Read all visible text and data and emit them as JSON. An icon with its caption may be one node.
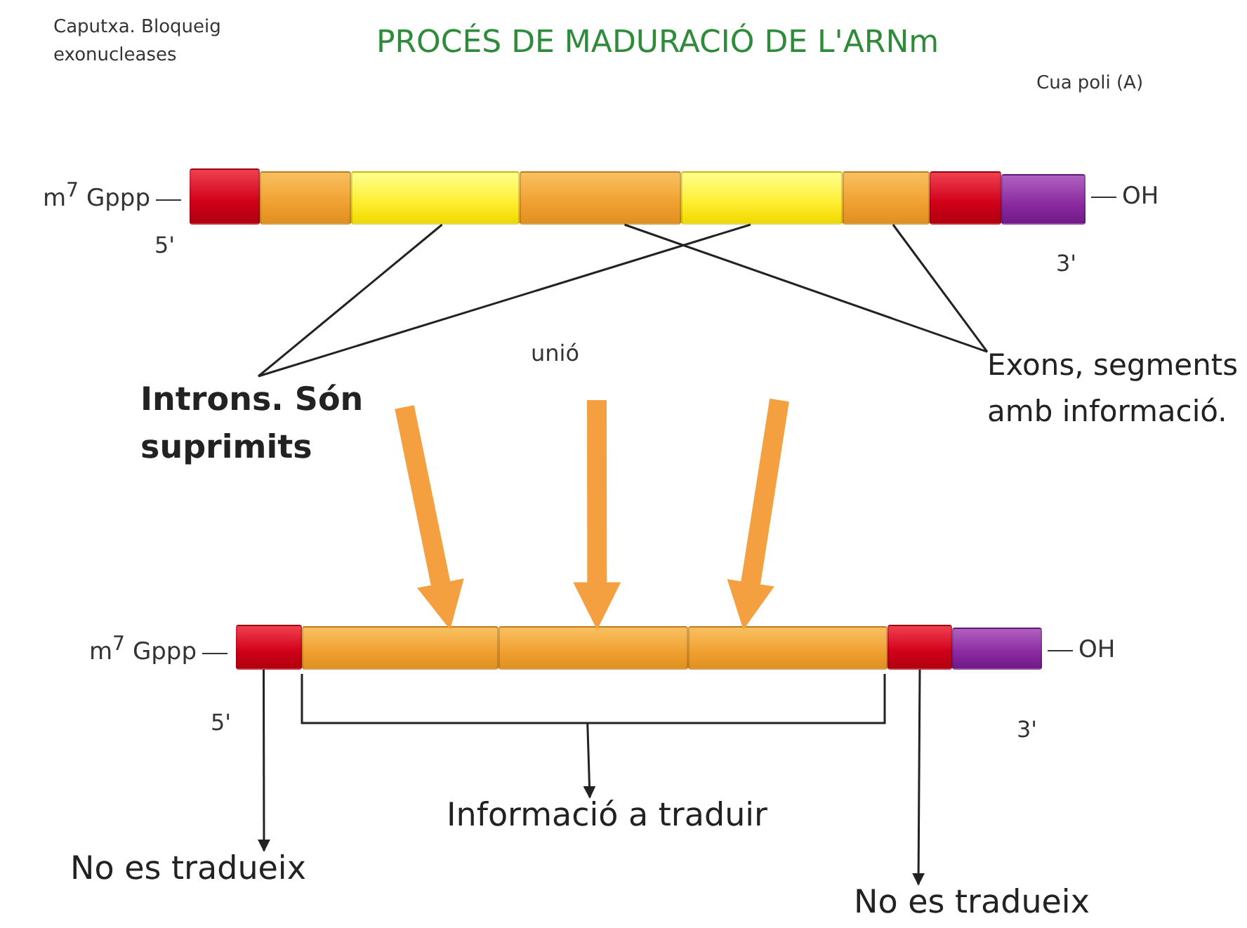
{
  "diagram": {
    "title": "PROCÉS DE MADURACIÓ DE L'ARNm",
    "nodes": [
      {
        "text": [],
        "shape": "bar",
        "beside": [
          "m$^{7}$ Gppp"
        ]
      },
      {
        "text": [],
        "shape": "bar"
      },
      {
        "text": [],
        "shape": "bar"
      },
      {
        "text": [],
        "shape": "bar"
      },
      {
        "text": [],
        "shape": "bar"
      },
      {
        "text": [],
        "shape": "bar"
      },
      {
        "text": [],
        "shape": "bar"
      },
      {
        "text": [],
        "shape": "bar",
        "beside": [
          "OH"
        ]
      },
      {
        "text": [],
        "shape": "bar",
        "beside": [
          "m$^{7}$ Gppp"
        ]
      },
      {
        "text": [],
        "shape": "bar"
      },
      {
        "text": [],
        "shape": "bar"
      },
      {
        "text": [],
        "shape": "bar"
      },
      {
        "text": [],
        "shape": "bar"
      },
      {
        "text": [],
        "shape": "bar",
        "beside": [
          "OH"
        ]
      },
      {
        "text": [
          "Introns. Són suprimits"
        ]
      },
      {
        "text": [
          "Exons, segments amb informació."
        ]
      },
      {
        "text": [
          "No es tradueix"
        ]
      },
      {
        "text": [
          "Informació a traduir"
        ]
      },
      {
        "text": [
          "No es tradueix"
        ]
      },
      {
        "text": [],
        "shape": "bracket"
      }
    ],
    "edges": [
      {
        "from": 14,
        "to": 2,
        "arrow": "none"
      },
      {
        "from": 14,
        "to": 4,
        "arrow": "none"
      },
      {
        "from": 15,
        "to": 3,
        "arrow": "none"
      },
      {
        "from": 15,
        "to": 5,
        "arrow": "none"
      },
      {
        "from": null,
        "to": 9,
        "arrow": "to",
        "style": "thick",
        "color": "#f5a040"
      },
      {
        "from": null,
        "to": 10,
        "arrow": "to",
        "style": "thick",
        "color": "#f5a040"
      },
      {
        "from": null,
        "to": 11,
        "arrow": "to",
        "style": "thick",
        "color": "#f5a040"
      },
      {
        "from": 8,
        "to": 16,
        "arrow": "to"
      },
      {
        "from": 19,
        "to": 17,
        "arrow": "to"
      },
      {
        "from": 12,
        "to": 18,
        "arrow": "to"
      }
    ],
    "labels": [
      "Caputxa. Bloqueig exonucleases",
      "Cua poli (A)",
      "5'",
      "3'",
      "unió",
      "5'",
      "3'"
    ]
  }
}
